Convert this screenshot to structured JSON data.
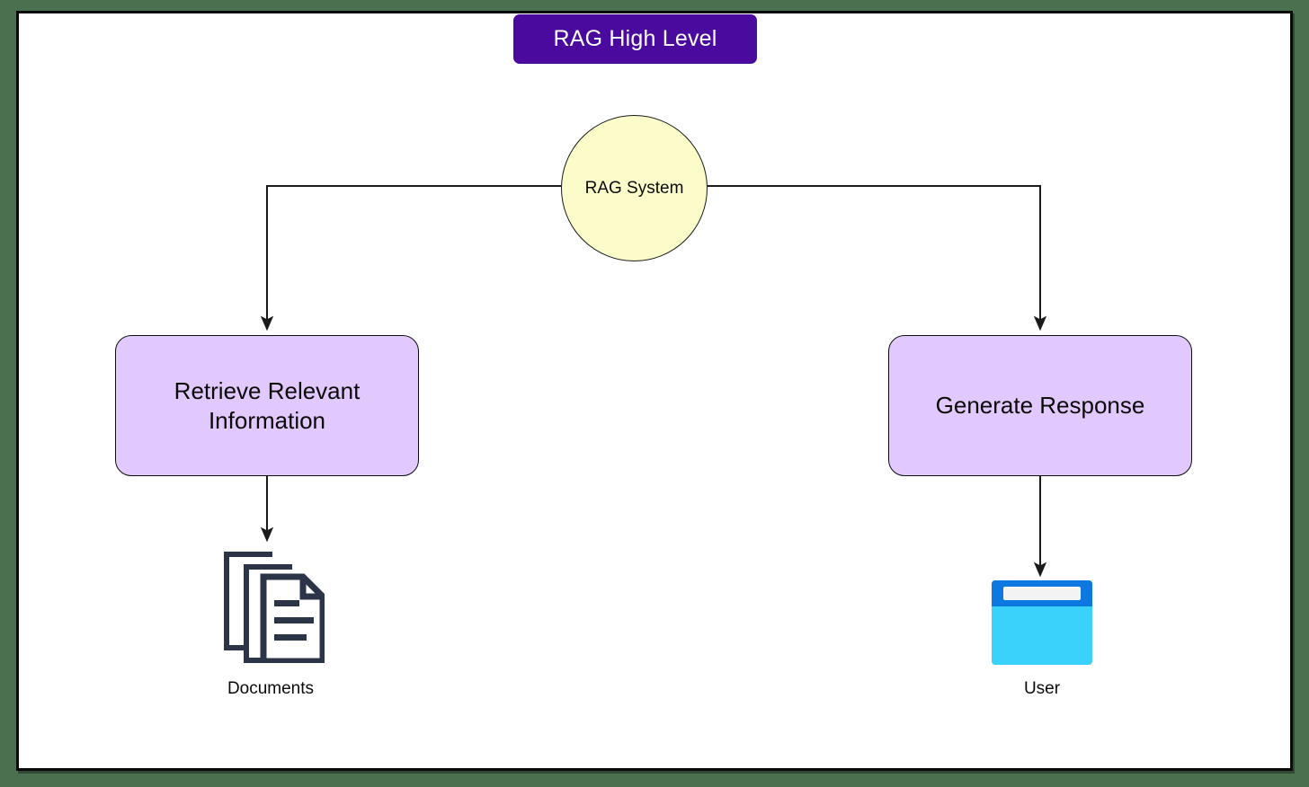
{
  "page": {
    "background_color": "#4a7050",
    "canvas_color": "#ffffff",
    "border_color": "#0a0a0a"
  },
  "title": {
    "text": "RAG High Level",
    "background_color": "#4a0a9e",
    "text_color": "#ffffff"
  },
  "diagram": {
    "type": "flowchart",
    "nodes": [
      {
        "id": "rag-system",
        "label": "RAG System",
        "shape": "circle",
        "fill": "#fcfcca",
        "stroke": "#1a1a1a"
      },
      {
        "id": "retrieve",
        "label": "Retrieve Relevant Information",
        "line1": "Retrieve Relevant",
        "line2": "Information",
        "shape": "rounded-rectangle",
        "fill": "#e1c9fd",
        "stroke": "#0d0d0d"
      },
      {
        "id": "generate",
        "label": "Generate Response",
        "shape": "rounded-rectangle",
        "fill": "#e1c9fd",
        "stroke": "#0d0d0d"
      },
      {
        "id": "documents",
        "label": "Documents",
        "shape": "icon",
        "icon": "documents-stack-icon",
        "fill": "#2b3547"
      },
      {
        "id": "user",
        "label": "User",
        "shape": "icon",
        "icon": "browser-window-icon",
        "fill": "#3ad2fb",
        "accent": "#0d79e0"
      }
    ],
    "edges": [
      {
        "from": "rag-system",
        "to": "retrieve",
        "style": "elbow-arrow"
      },
      {
        "from": "rag-system",
        "to": "generate",
        "style": "elbow-arrow"
      },
      {
        "from": "retrieve",
        "to": "documents",
        "style": "straight-arrow"
      },
      {
        "from": "generate",
        "to": "user",
        "style": "straight-arrow"
      }
    ],
    "edge_color": "#1a1a1a"
  }
}
